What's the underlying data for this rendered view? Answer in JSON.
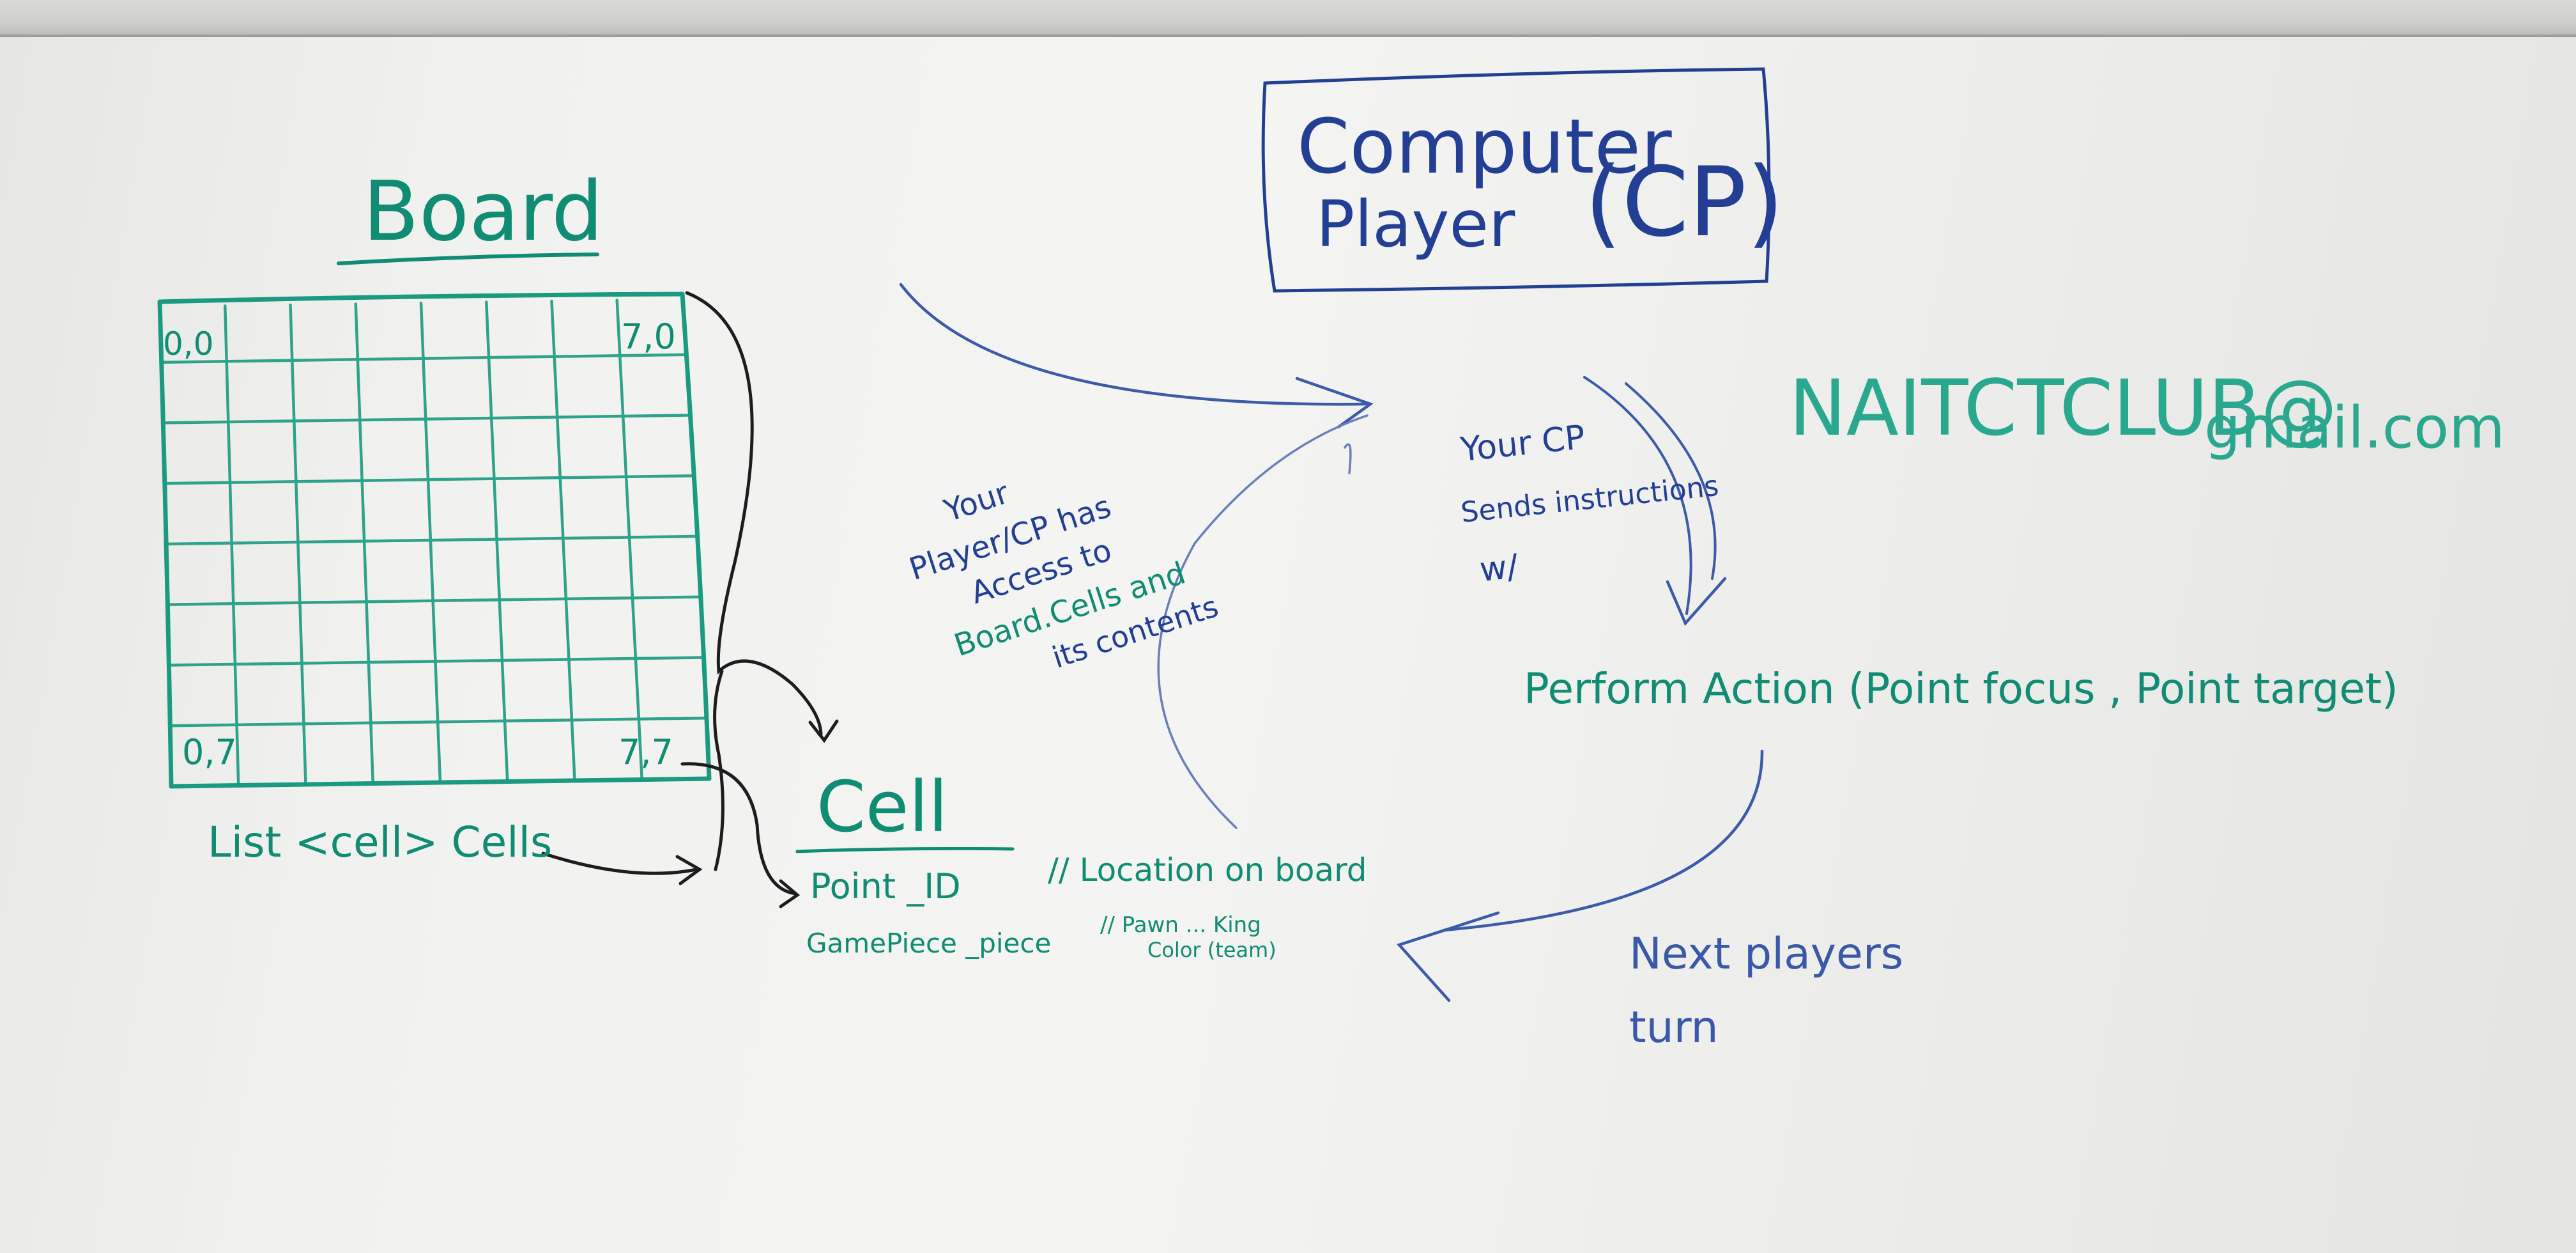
{
  "whiteboard": {
    "board_title": "Board",
    "corner_top_left": "0,0",
    "corner_top_right": "7,0",
    "corner_bottom_left": "0,7",
    "corner_bottom_right": "7,7",
    "cells_list_label": "List <cell> Cells",
    "cell_title": "Cell",
    "cell_field_1": "Point _ID",
    "cell_field_1_comment": "// Location on board",
    "cell_field_2": "GamePiece _piece",
    "cell_field_2_comment_a": "// Pawn ... King",
    "cell_field_2_comment_b": "Color (team)",
    "access_note": [
      "Your",
      "Player/CP has",
      "Access to",
      "Board.Cells and",
      "its contents"
    ],
    "computer_player_line1": "Computer",
    "computer_player_line2": "Player",
    "computer_player_abbrev": "(CP)",
    "sends_note": [
      "Your CP",
      "Sends instructions",
      "w/"
    ],
    "perform_action": "Perform Action (Point focus , Point target)",
    "next_turn": [
      "Next players",
      "turn"
    ],
    "email_line1": "NAITCTCLUB@",
    "email_line2": "gmail.com"
  },
  "colors": {
    "green_marker": "#0f8c73",
    "teal_marker": "#2aa88f",
    "blue_marker": "#233f94",
    "black_marker": "#1d1d1d"
  },
  "grid": {
    "columns": 8,
    "rows": 8
  }
}
